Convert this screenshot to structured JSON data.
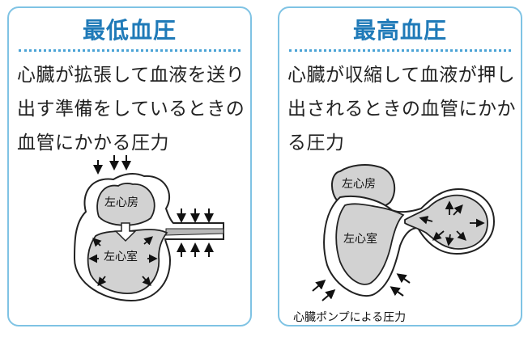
{
  "left": {
    "title": "最低血圧",
    "desc": "心臓が拡張して血液を送り出す準備をしているときの血管にかかる圧力",
    "atrium_label": "左心房",
    "ventricle_label": "左心室"
  },
  "right": {
    "title": "最高血圧",
    "desc": "心臓が収縮して血液が押し出されるときの血管にかかる圧力",
    "atrium_label": "左心房",
    "ventricle_label": "左心室",
    "caption": "心臓ポンプによる圧力"
  },
  "colors": {
    "border": "#7fc3e4",
    "title": "#1f7ab8",
    "chamber_fill": "#d2d2d2",
    "outline": "#222222"
  }
}
